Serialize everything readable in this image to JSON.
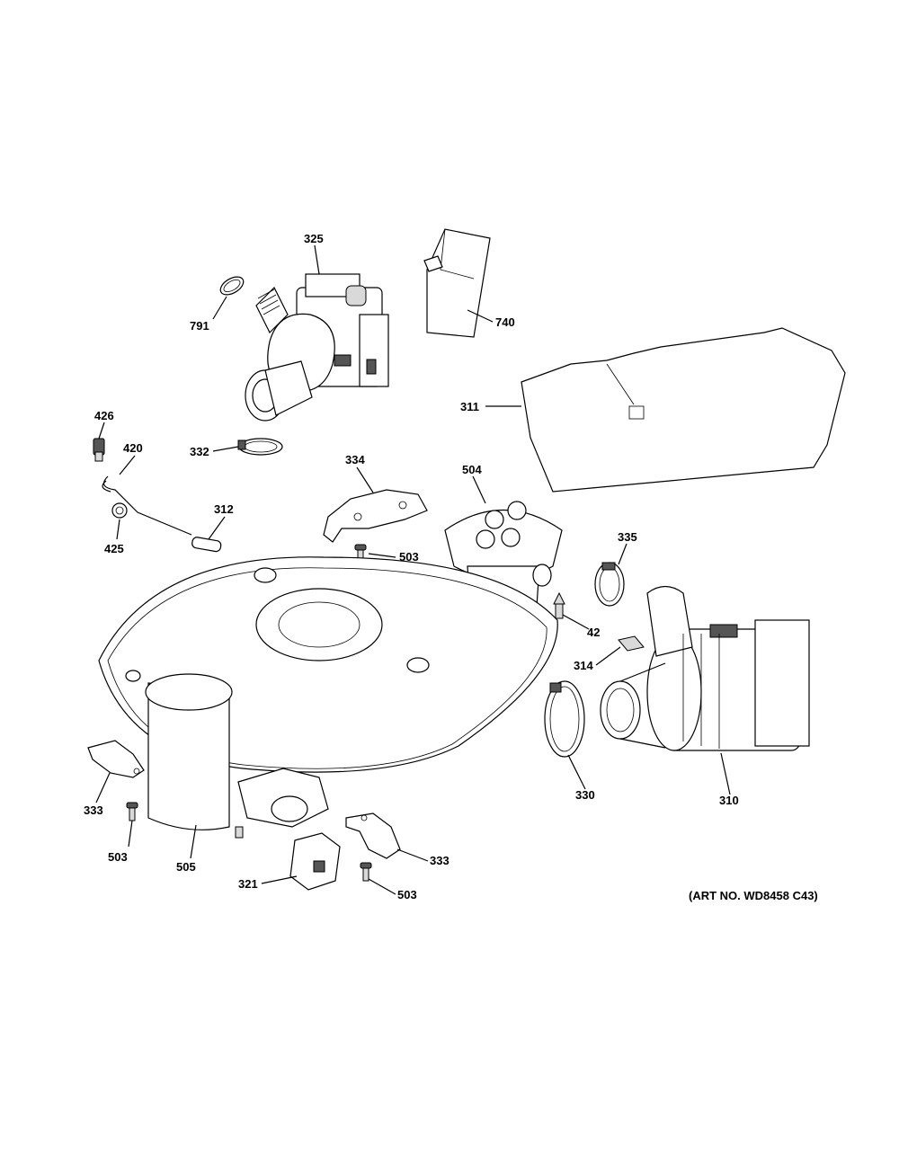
{
  "callouts": {
    "c325": "325",
    "c791": "791",
    "c740": "740",
    "c311": "311",
    "c426": "426",
    "c420": "420",
    "c425": "425",
    "c332": "332",
    "c312": "312",
    "c334": "334",
    "c503a": "503",
    "c504": "504",
    "c335": "335",
    "c42": "42",
    "c314": "314",
    "c333a": "333",
    "c503b": "503",
    "c505": "505",
    "c321": "321",
    "c333b": "333",
    "c503c": "503",
    "c330": "330",
    "c310": "310"
  },
  "art_number": "(ART NO. WD8458 C43)"
}
